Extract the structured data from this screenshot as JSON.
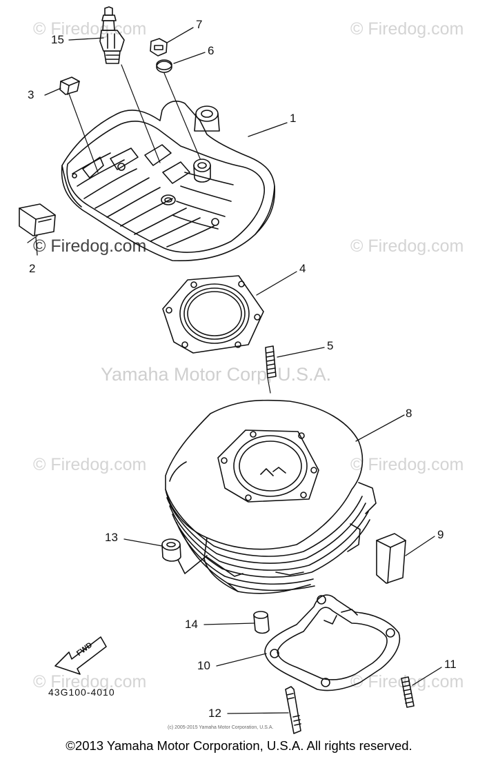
{
  "watermark": "© Firedog.com",
  "center_watermark": "Yamaha Motor Corp, U.S.A.",
  "callouts": [
    "1",
    "2",
    "3",
    "4",
    "5",
    "6",
    "7",
    "8",
    "9",
    "10",
    "11",
    "12",
    "13",
    "14",
    "15"
  ],
  "fwd_label": "FWD",
  "part_code": "43G100-4010",
  "small_copyright": "(c) 2005-2015 Yamaha Motor Corporation, U.S.A.",
  "footer": "©2013 Yamaha Motor Corporation, U.S.A. All rights reserved."
}
